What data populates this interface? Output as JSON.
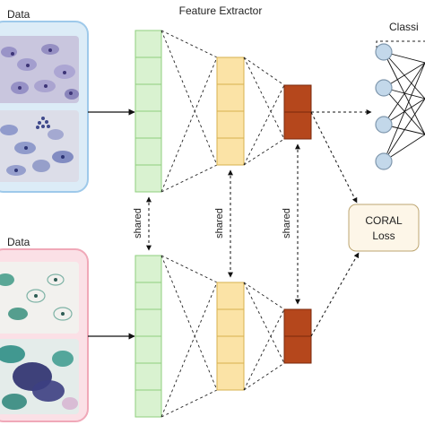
{
  "title": "Feature Extractor",
  "source_label": "Data",
  "target_label": "Data",
  "classifier_label": "Classi",
  "shared_label": "shared",
  "coral_line1": "CORAL",
  "coral_line2": "Loss",
  "colors": {
    "source_panel_fill": "#dcecf7",
    "source_panel_border": "#9ec9ea",
    "target_panel_fill": "#fbe0e6",
    "target_panel_border": "#f0a8b8",
    "layer1_fill": "#d9f2d0",
    "layer1_border": "#8fcf7e",
    "layer2_fill": "#fbe3a6",
    "layer2_border": "#d7b04e",
    "layer3_fill": "#b5471c",
    "layer3_border": "#7a2a0c",
    "neuron_fill": "#c3d8ea",
    "neuron_border": "#7f97ad",
    "coral_fill": "#fdf6e8",
    "coral_border": "#bda672"
  }
}
